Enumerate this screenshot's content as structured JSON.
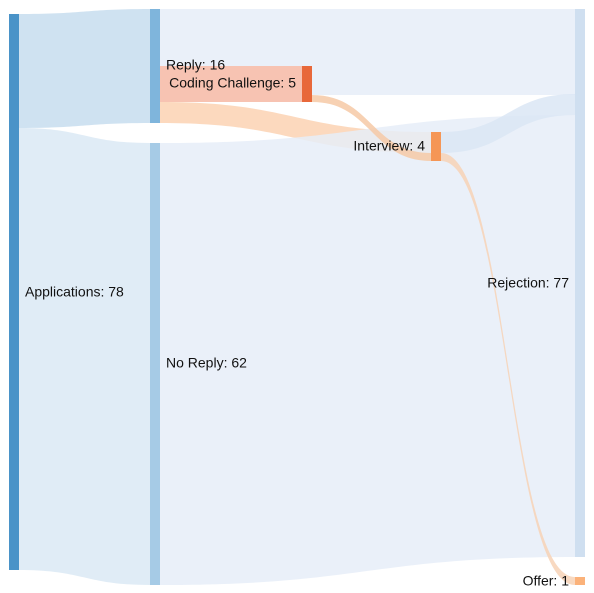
{
  "chart_data": {
    "type": "sankey",
    "nodes": [
      {
        "id": "applications",
        "label": "Applications: 78",
        "value": 78,
        "color": "#4a93c8"
      },
      {
        "id": "reply",
        "label": "Reply: 16",
        "value": 16,
        "color": "#7fb5dc"
      },
      {
        "id": "no_reply",
        "label": "No Reply: 62",
        "value": 62,
        "color": "#a6cbe6"
      },
      {
        "id": "coding_challenge",
        "label": "Coding Challenge: 5",
        "value": 5,
        "color": "#e8683a"
      },
      {
        "id": "interview",
        "label": "Interview: 4",
        "value": 4,
        "color": "#f59656"
      },
      {
        "id": "rejection",
        "label": "Rejection: 77",
        "value": 77,
        "color": "#cfdff0"
      },
      {
        "id": "offer",
        "label": "Offer: 1",
        "value": 1,
        "color": "#fbb27a"
      }
    ],
    "links": [
      {
        "source": "applications",
        "target": "reply",
        "value": 16,
        "color": "#c7ddef"
      },
      {
        "source": "applications",
        "target": "no_reply",
        "value": 62,
        "color": "#dbe9f5"
      },
      {
        "source": "reply",
        "target": "rejection",
        "value": 8,
        "color": "#e6edf8"
      },
      {
        "source": "reply",
        "target": "coding_challenge",
        "value": 5,
        "color": "#f6b9a4"
      },
      {
        "source": "reply",
        "target": "interview",
        "value": 3,
        "color": "#fcd2b3"
      },
      {
        "source": "no_reply",
        "target": "rejection",
        "value": 62,
        "color": "#e6edf8"
      },
      {
        "source": "coding_challenge",
        "target": "rejection",
        "value": 4,
        "color": "#e6edf8"
      },
      {
        "source": "coding_challenge",
        "target": "interview",
        "value": 1,
        "color": "#f6c9a6"
      },
      {
        "source": "interview",
        "target": "rejection",
        "value": 3,
        "color": "#dbe6f4"
      },
      {
        "source": "interview",
        "target": "offer",
        "value": 1,
        "color": "#f7d2b6"
      }
    ]
  }
}
